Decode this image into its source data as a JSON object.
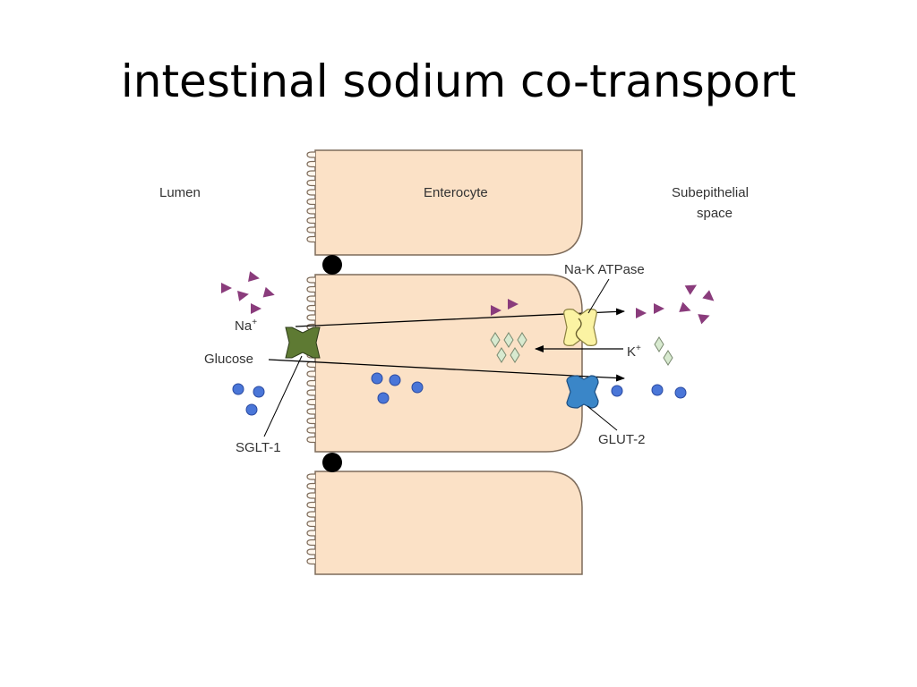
{
  "title": "intestinal sodium co-transport",
  "labels": {
    "lumen": "Lumen",
    "enterocyte": "Enterocyte",
    "subepithelial_line1": "Subepithelial",
    "subepithelial_line2": "space",
    "na_k_atpase": "Na-K ATPase",
    "na": "Na",
    "na_sup": "+",
    "k": "K",
    "k_sup": "+",
    "glucose": "Glucose",
    "sglt1": "SGLT-1",
    "glut2": "GLUT-2"
  },
  "colors": {
    "cell_fill": "#fbe1c6",
    "cell_border": "#7d6b5a",
    "sodium": "#8a3c7c",
    "potassium": "#d8ead0",
    "glucose": "#4a76d8",
    "sglt1": "#5e7a33",
    "na_k_atpase": "#fbf3a3",
    "glut2": "#3a86c8",
    "junction": "#000000"
  }
}
